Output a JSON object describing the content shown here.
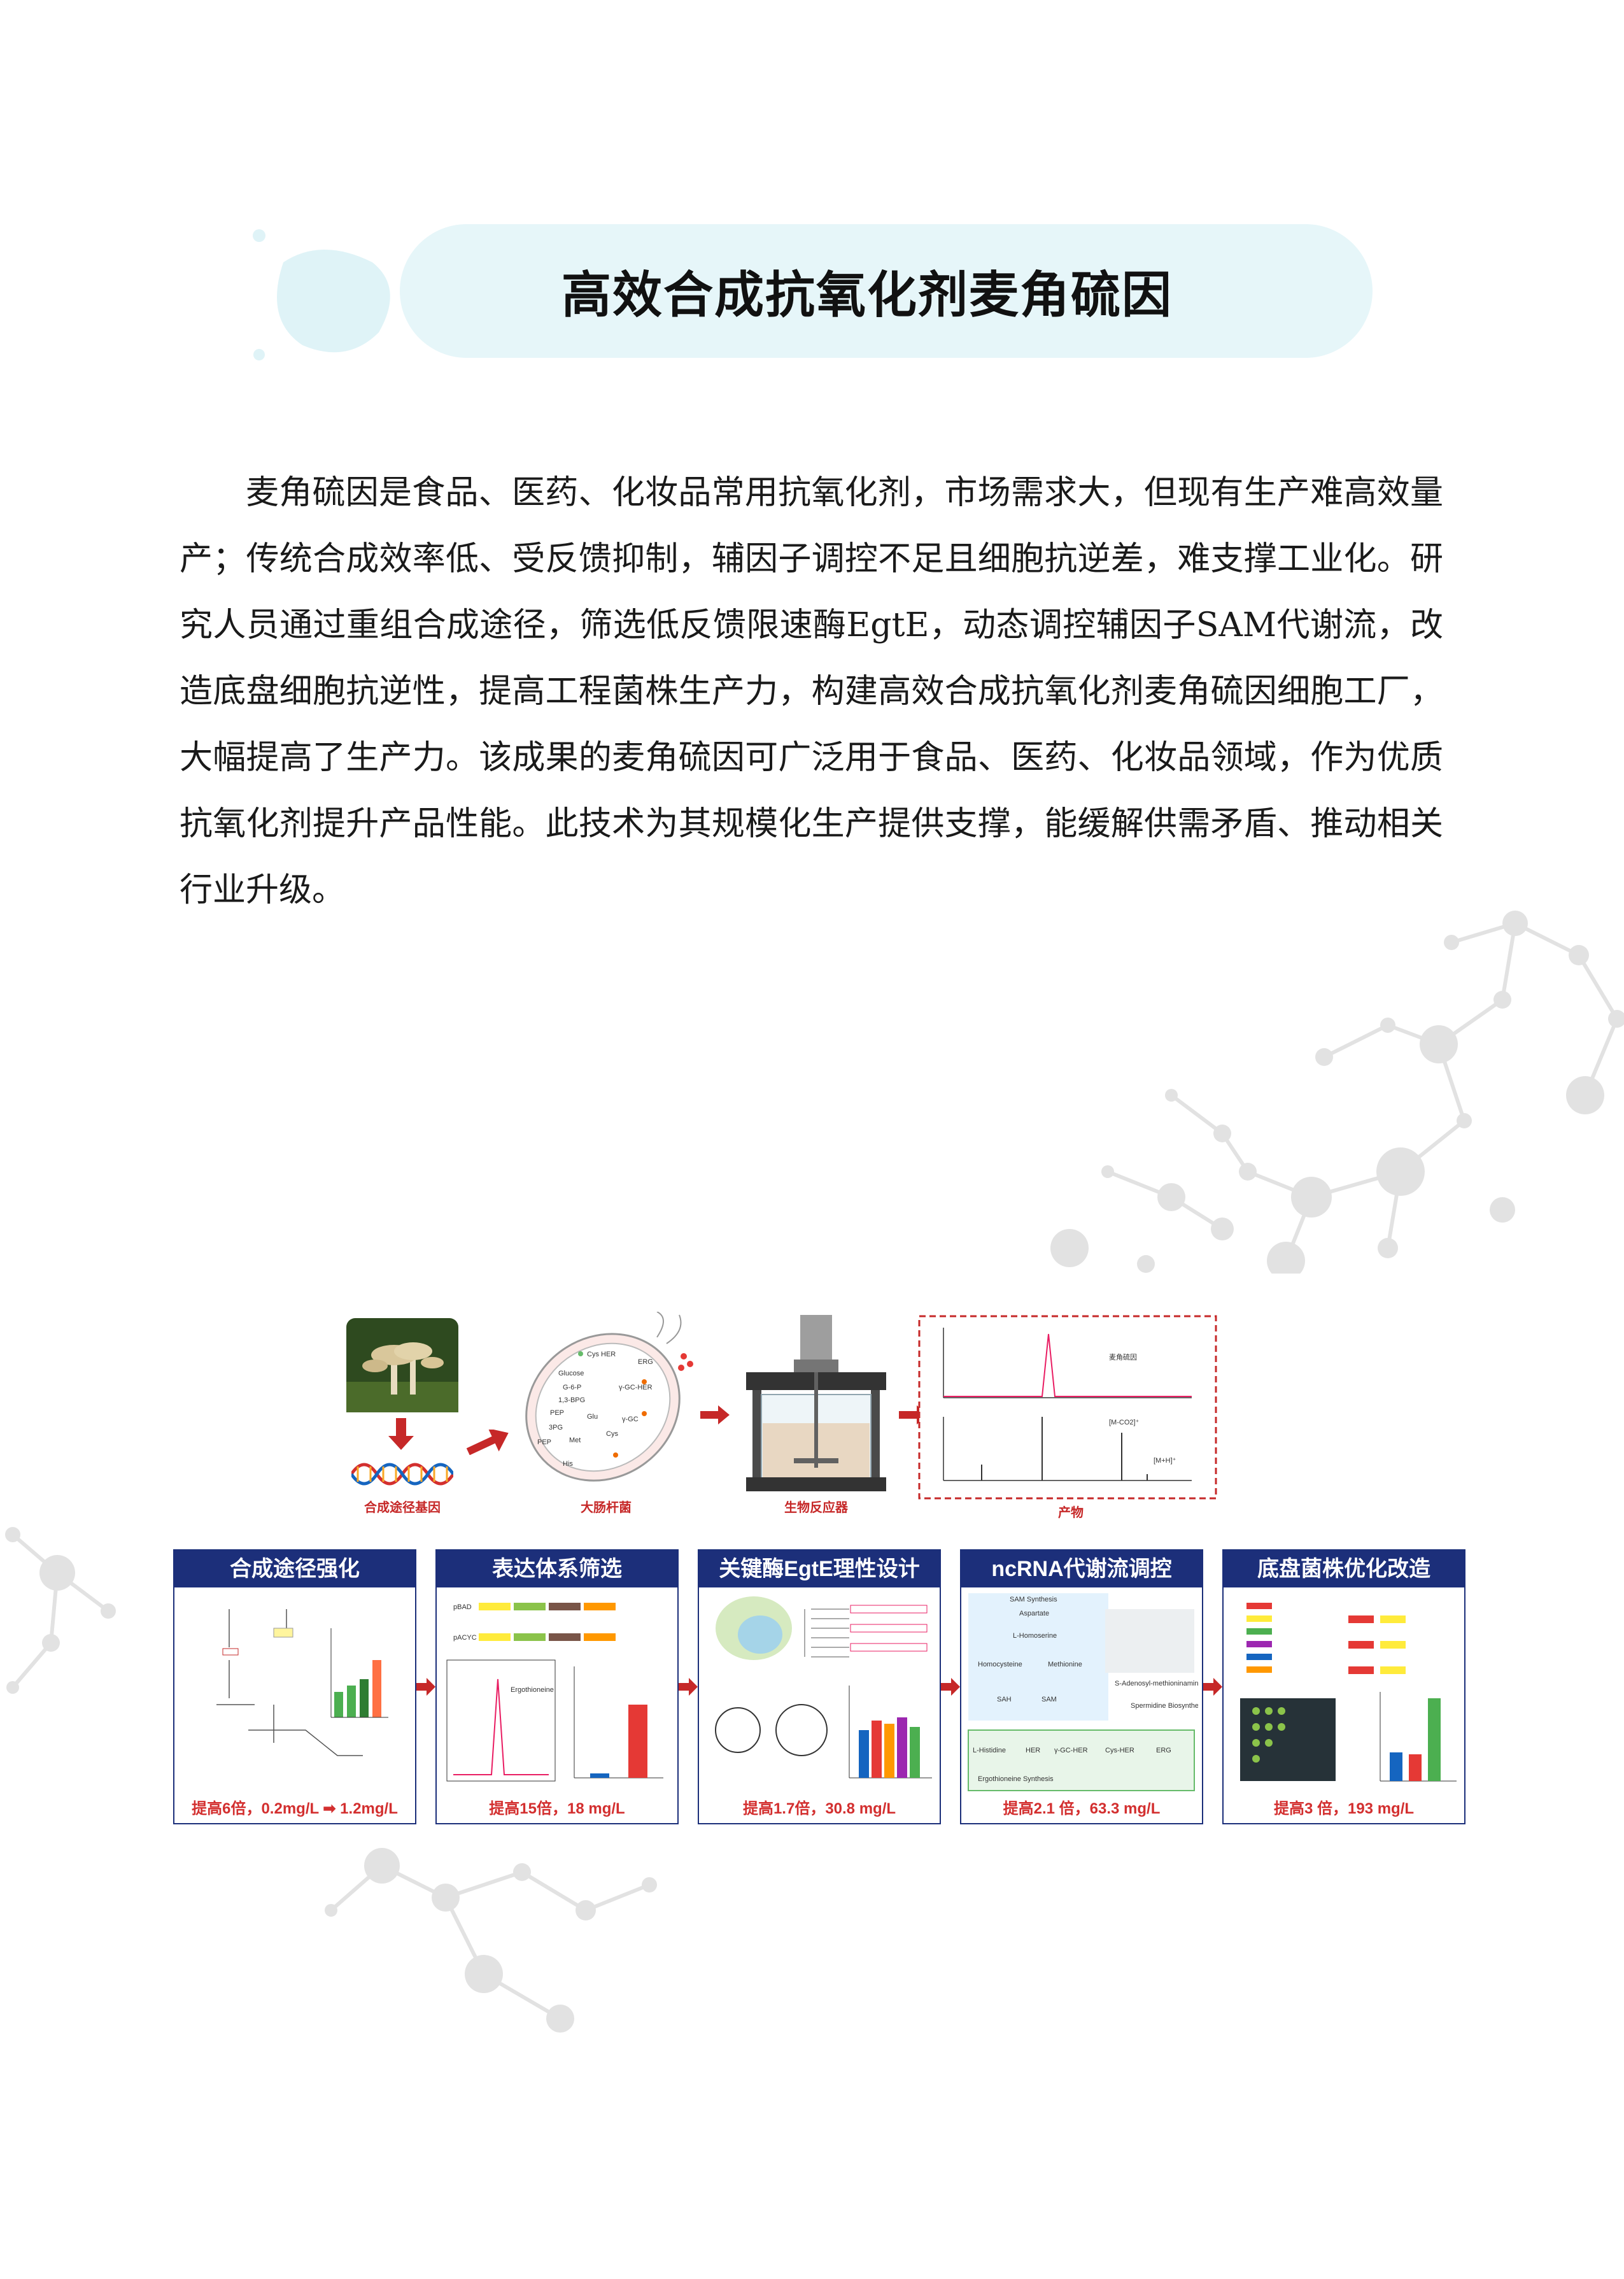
{
  "title": "高效合成抗氧化剂麦角硫因",
  "body": "麦角硫因是食品、医药、化妆品常用抗氧化剂，市场需求大，但现有生产难高效量产；传统合成效率低、受反馈抑制，辅因子调控不足且细胞抗逆差，难支撑工业化。研究人员通过重组合成途径，筛选低反馈限速酶EgtE，动态调控辅因子SAM代谢流，改造底盘细胞抗逆性，提高工程菌株生产力，构建高效合成抗氧化剂麦角硫因细胞工厂，大幅提高了生产力。该成果的麦角硫因可广泛用于食品、医药、化妆品领域，作为优质抗氧化剂提升产品性能。此技术为其规模化生产提供支撑，能缓解供需矛盾、推动相关行业升级。",
  "figure": {
    "stages": [
      "合成途径基因",
      "大肠杆菌",
      "生物反应器",
      "产物"
    ],
    "cell_labels": [
      "Cys",
      "HER",
      "ERG",
      "γ-GC-HER",
      "Glu",
      "Met",
      "His",
      "γ-GC",
      "Glucose",
      "G-6-P",
      "1,3-BPG",
      "PEP",
      "3PG",
      "PEP",
      "Cys"
    ],
    "product_label": "麦角硫因",
    "ms_labels": [
      "[M-CO2]⁺",
      "[M+H]⁺"
    ],
    "panels": [
      {
        "title": "合成途径强化",
        "result_a": "提高6倍，0.2mg/L",
        "result_b": "1.2mg/L"
      },
      {
        "title": "表达体系筛选",
        "result": "提高15倍，18 mg/L"
      },
      {
        "title": "关键酶EgtE理性设计",
        "result": "提高1.7倍，30.8 mg/L"
      },
      {
        "title": "ncRNA代谢流调控",
        "result": "提高2.1 倍，63.3 mg/L"
      },
      {
        "title": "底盘菌株优化改造",
        "result": "提高3 倍，193 mg/L"
      }
    ],
    "panel2_labels": [
      "pBAD",
      "pACYC",
      "Ergothioneine"
    ],
    "panel4_labels": [
      "SAM Synthesis",
      "Aspartate",
      "L-Homoserine",
      "Homocysteine",
      "Methionine",
      "SAH",
      "SAM",
      "S-Adenosyl-methioninamine",
      "Spermidine Biosynthesis",
      "L-Histidine",
      "HER",
      "γ-GC-HER",
      "Cys-HER",
      "ERG",
      "Ergothioneine Synthesis"
    ]
  },
  "colors": {
    "banner": "#e6f6f9",
    "panel_head": "#1c2f7a",
    "result": "#d32f2f"
  }
}
